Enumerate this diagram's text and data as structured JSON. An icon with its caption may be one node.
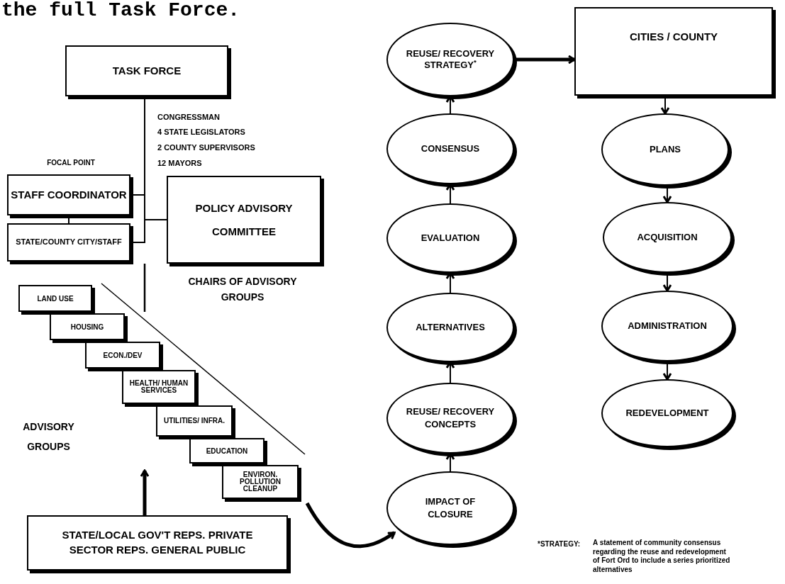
{
  "diagram": {
    "nodes": [
      {
        "text": [
          "TASK FORCE"
        ]
      },
      {
        "text": [
          "STAFF COORDINATOR"
        ],
        "beside": [
          "FOCAL POINT"
        ]
      },
      {
        "text": [
          "STATE/COUNTY CITY/STAFF"
        ]
      },
      {
        "text": [
          "POLICY ADVISORY COMMITTEE"
        ],
        "beside": [
          "CHAIRS OF ADVISORY GROUPS"
        ]
      },
      {
        "text": [
          "LAND USE"
        ]
      },
      {
        "text": [
          "HOUSING"
        ]
      },
      {
        "text": [
          "ECON./DEV"
        ]
      },
      {
        "text": [
          "HEALTH/ HUMAN SERVICES"
        ]
      },
      {
        "text": [
          "UTILITIES/ INFRA."
        ]
      },
      {
        "text": [
          "EDUCATION"
        ]
      },
      {
        "text": [
          "ENVIRON. POLLUTION CLEANUP"
        ]
      },
      {
        "text": [
          "STATE/LOCAL GOV'T REPS. PRIVATE SECTOR REPS. GENERAL PUBLIC"
        ]
      },
      {
        "text": [
          "IMPACT OF CLOSURE"
        ]
      },
      {
        "text": [
          "REUSE/ RECOVERY CONCEPTS"
        ]
      },
      {
        "text": [
          "ALTERNATIVES"
        ]
      },
      {
        "text": [
          "EVALUATION"
        ]
      },
      {
        "text": [
          "CONSENSUS"
        ]
      },
      {
        "text": [
          "REUSE/ RECOVERY STRATEGY$^{*}$"
        ]
      },
      {
        "text": [
          "CITIES / COUNTY"
        ]
      },
      {
        "text": [
          "PLANS"
        ]
      },
      {
        "text": [
          "ACQUISITION"
        ]
      },
      {
        "text": [
          "ADMINISTRATION"
        ]
      },
      {
        "text": [
          "REDEVELOPMENT"
        ]
      }
    ],
    "edges": [
      {
        "from": 0,
        "to": 1,
        "arrow": "none"
      },
      {
        "from": 0,
        "to": 2,
        "arrow": "none"
      },
      {
        "from": 0,
        "to": 3,
        "arrow": "none"
      },
      {
        "from": 1,
        "to": 2,
        "arrow": "none"
      },
      {
        "from": 11,
        "to": null,
        "arrow": "to",
        "style": "thick"
      },
      {
        "from": 10,
        "to": 12,
        "arrow": "to",
        "style": "thick"
      },
      {
        "from": 12,
        "to": 13,
        "arrow": "to"
      },
      {
        "from": 13,
        "to": 14,
        "arrow": "to"
      },
      {
        "from": 14,
        "to": 15,
        "arrow": "to"
      },
      {
        "from": 15,
        "to": 16,
        "arrow": "to"
      },
      {
        "from": 16,
        "to": 17,
        "arrow": "to"
      },
      {
        "from": 17,
        "to": 18,
        "arrow": "to",
        "style": "thick"
      },
      {
        "from": 18,
        "to": 19,
        "arrow": "to"
      },
      {
        "from": 19,
        "to": 20,
        "arrow": "to"
      },
      {
        "from": 20,
        "to": 21,
        "arrow": "to"
      },
      {
        "from": 21,
        "to": 22,
        "arrow": "to"
      }
    ],
    "labels": [
      "the full Task Force.",
      "CONGRESSMAN",
      "4 STATE LEGISLATORS",
      "2 COUNTY SUPERVISORS",
      "12 MAYORS",
      "ADVISORY GROUPS",
      "*STRATEGY:",
      "A statement of community consensus regarding the reuse and redevelopment of Fort Ord to include a series prioritized alternatives"
    ]
  }
}
